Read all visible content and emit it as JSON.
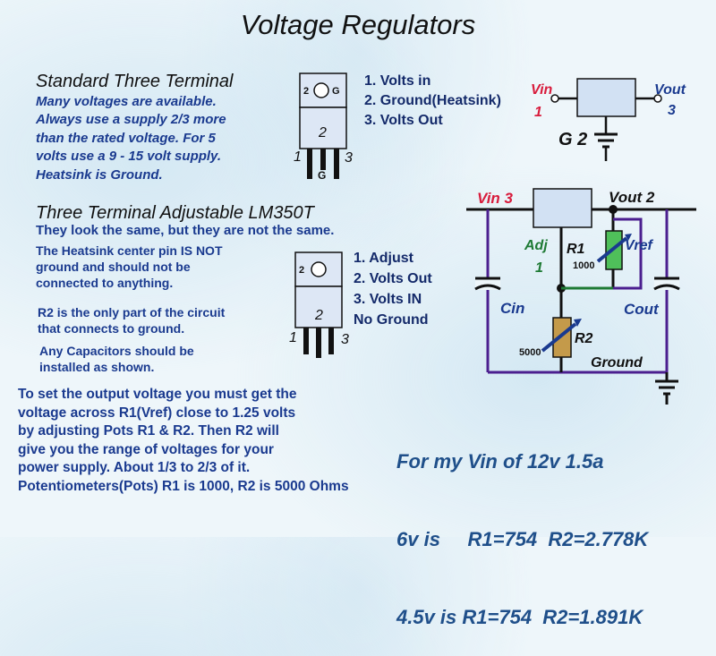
{
  "title": "Voltage Regulators",
  "standard": {
    "heading": "Standard Three Terminal",
    "lines": [
      "Many voltages are available.",
      "Always use a supply 2/3 more",
      "than the rated voltage. For 5",
      "volts use a 9 - 15 volt supply.",
      "Heatsink is Ground."
    ],
    "pins": [
      "1. Volts in",
      "2. Ground(Heatsink)",
      "3. Volts Out"
    ],
    "package": {
      "tab_pin": "2",
      "tab_mark": "G",
      "body_pin": "2",
      "left_lead": "1",
      "right_lead": "3",
      "center_lead": "G"
    }
  },
  "adjustable": {
    "heading": "Three Terminal Adjustable LM350T",
    "subtitle": "They look the same, but they are not the same.",
    "note1": [
      "The Heatsink center pin IS NOT",
      "ground and should not be",
      "connected to anything."
    ],
    "note2": [
      "R2 is the only part of the circuit",
      "that connects to ground."
    ],
    "note3": [
      "Any Capacitors should be",
      "installed as shown."
    ],
    "pins": [
      "1. Adjust",
      "2. Volts Out",
      "3. Volts IN",
      "No Ground"
    ],
    "package": {
      "tab_pin": "2",
      "body_pin": "2",
      "left_lead": "1",
      "right_lead": "3"
    }
  },
  "instructions": [
    "To set the output voltage you must get the",
    "voltage across R1(Vref) close to 1.25 volts",
    "by adjusting Pots R1 & R2. Then R2 will",
    "give you the range of voltages for your",
    "power supply. About 1/3 to 2/3 of it.",
    "Potentiometers(Pots) R1 is 1000, R2 is 5000 Ohms"
  ],
  "results": [
    "For my Vin of 12v 1.5a",
    "6v is     R1=754  R2=2.778K",
    "4.5v is R1=754  R2=1.891K"
  ],
  "diagram1": {
    "vin": "Vin",
    "vin_pin": "1",
    "vout": "Vout",
    "vout_pin": "3",
    "gnd": "G 2"
  },
  "diagram2": {
    "vin": "Vin 3",
    "vout": "Vout 2",
    "adj": "Adj",
    "adj_pin": "1",
    "r1": "R1",
    "r1_value": "1000",
    "vref": "Vref",
    "cin": "Cin",
    "cout": "Cout",
    "r2": "R2",
    "r2_value": "5000",
    "ground": "Ground"
  },
  "colors": {
    "wire": "#4b1f8f",
    "regulator": "#d2e1f3",
    "r1_fill": "#4fbf5a",
    "r2_fill": "#c49a4a",
    "label_red": "#d81c3c",
    "label_green": "#1e7a34",
    "label_navy": "#1a3a8f"
  }
}
